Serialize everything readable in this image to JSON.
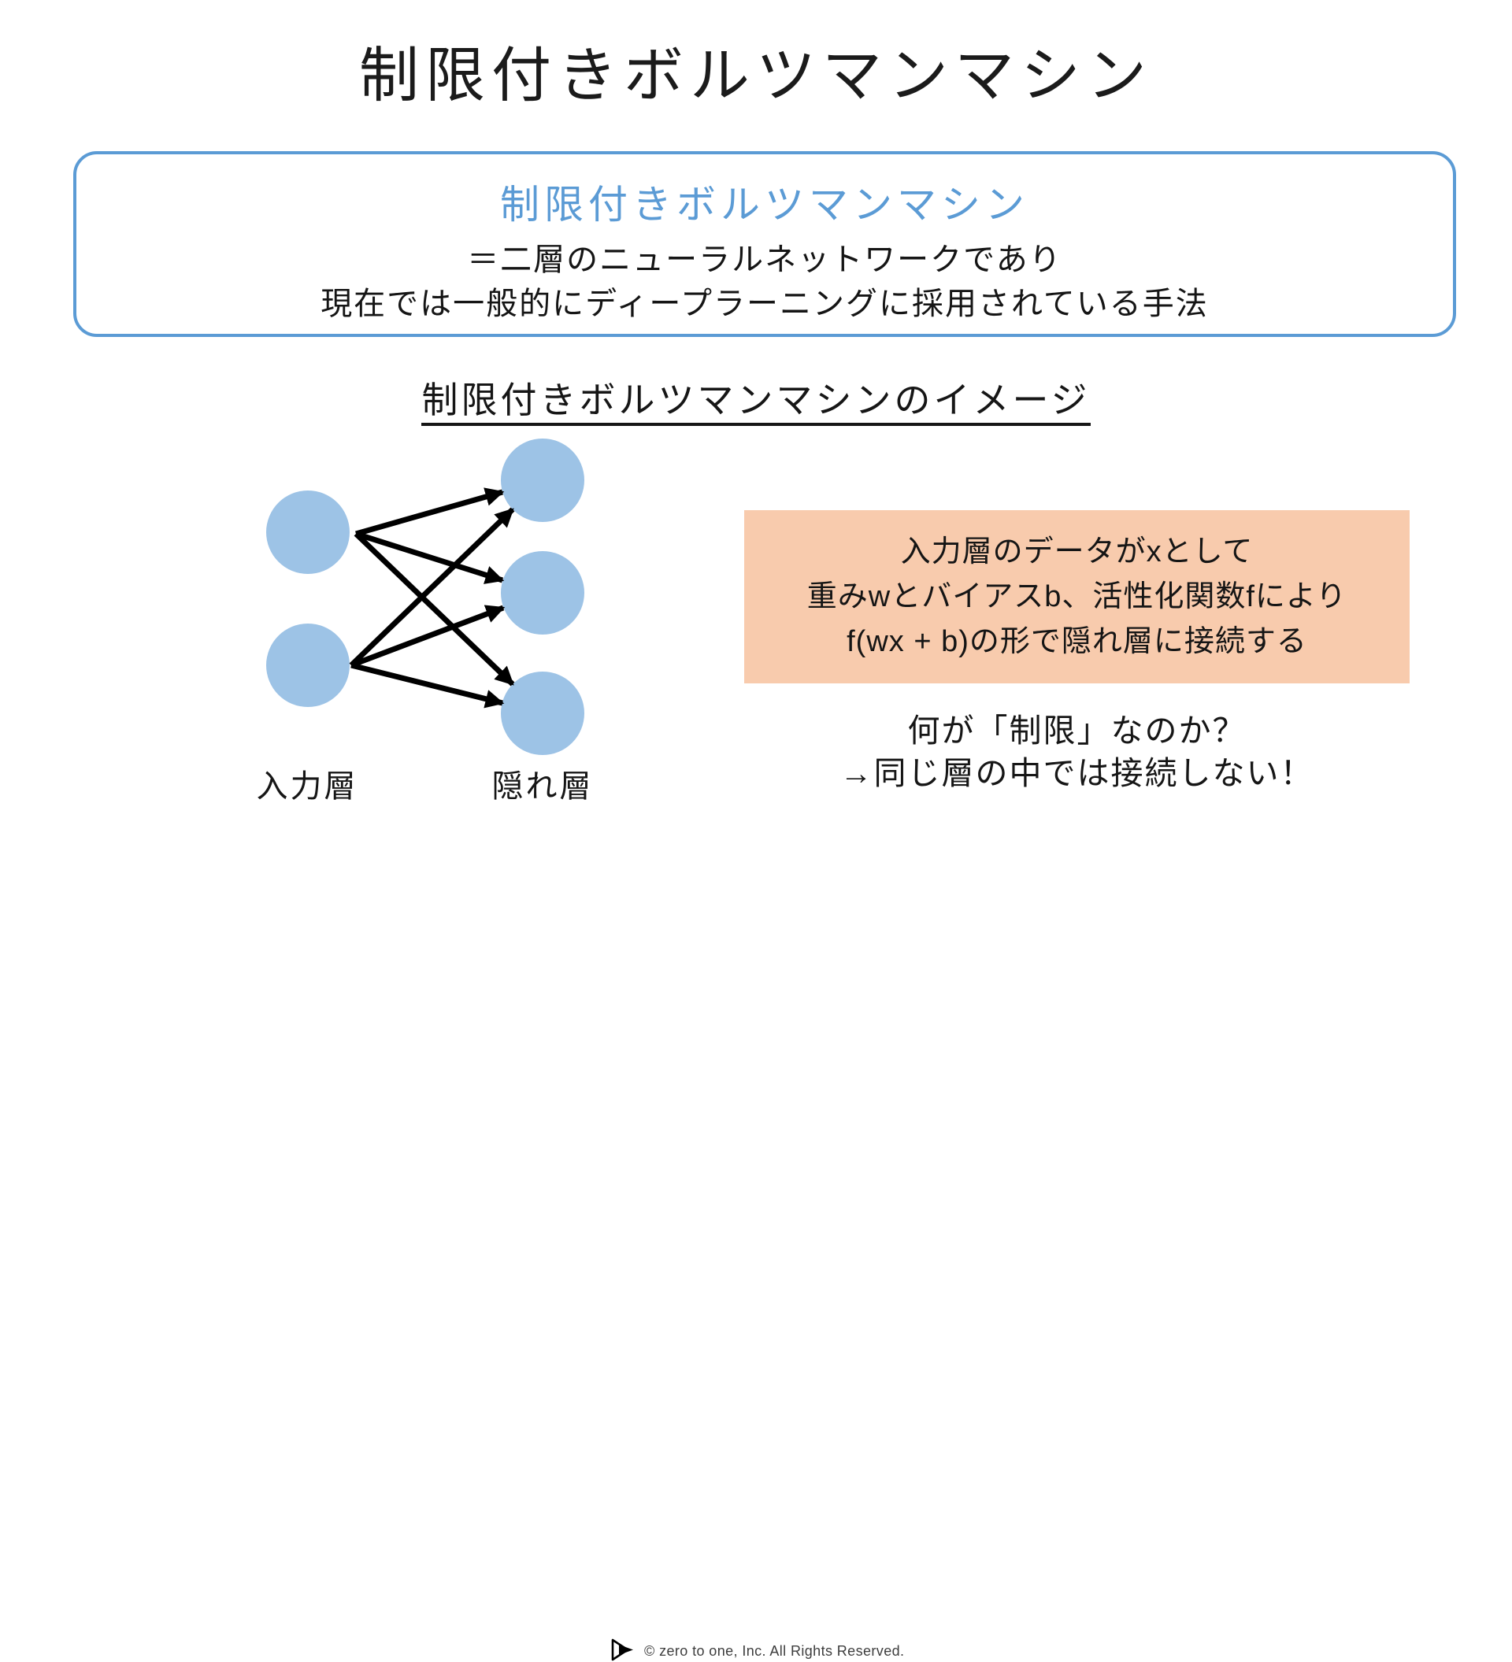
{
  "slide": {
    "title": "制限付きボルツマンマシン",
    "definition_box": {
      "heading": "制限付きボルツマンマシン",
      "line1": "＝二層のニューラルネットワークであり",
      "line2": "現在では一般的にディープラーニングに採用されている手法"
    },
    "section_heading": "制限付きボルツマンマシンのイメージ",
    "diagram": {
      "input_layer_label": "入力層",
      "hidden_layer_label": "隠れ層",
      "input_node_count": 2,
      "hidden_node_count": 3,
      "node_color": "#9DC3E6",
      "arrow_color": "#000000"
    },
    "note_box": {
      "line1": "入力層のデータがxとして",
      "line2": "重みwとバイアスb、活性化関数fにより",
      "line3": "f(wx + b)の形で隠れ層に接続する",
      "background_color": "#F8CBAD"
    },
    "question": {
      "line1": "何が「制限」なのか？",
      "line2": "→同じ層の中では接続しない！"
    },
    "footer": {
      "copyright": "©  zero to one, Inc. All Rights Reserved."
    },
    "colors": {
      "accent_blue": "#5B9BD5",
      "node_blue": "#9DC3E6",
      "note_orange": "#F8CBAD",
      "text_black": "#1B1B1B"
    }
  }
}
